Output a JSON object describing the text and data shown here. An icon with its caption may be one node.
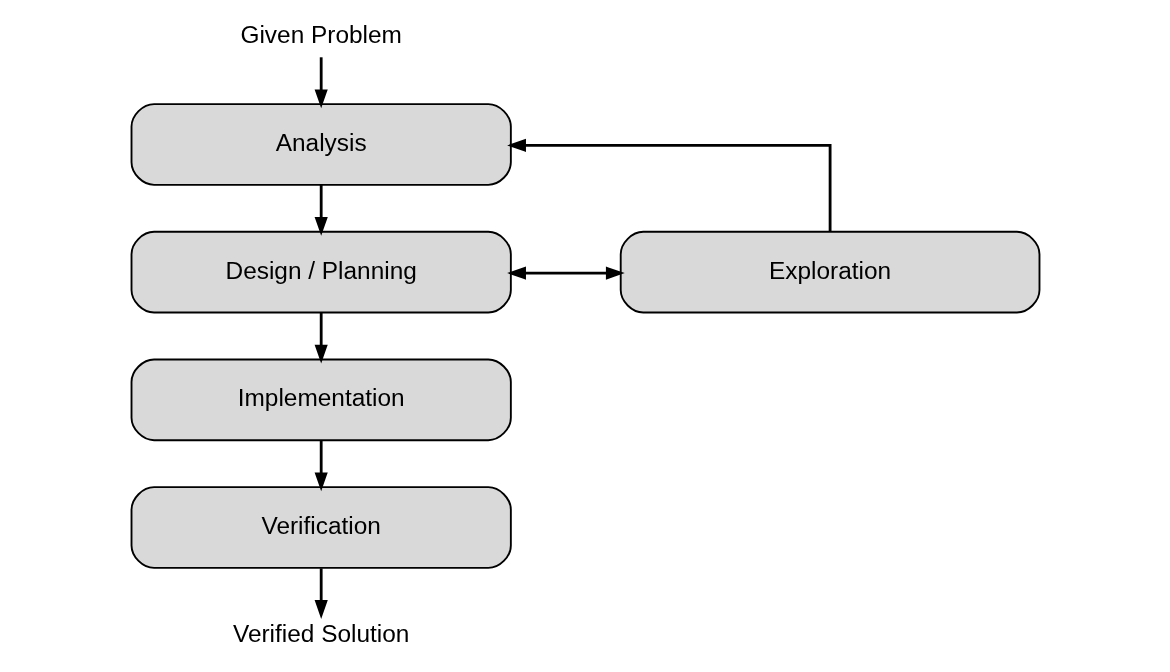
{
  "diagram": {
    "nodes": [
      {
        "text": [
          "Given Problem"
        ]
      },
      {
        "text": [
          "Analysis"
        ]
      },
      {
        "text": [
          "Design / Planning"
        ]
      },
      {
        "text": [
          "Exploration"
        ]
      },
      {
        "text": [
          "Implementation"
        ]
      },
      {
        "text": [
          "Verification"
        ]
      },
      {
        "text": [
          "Verified Solution"
        ]
      }
    ],
    "edges": [
      {
        "from": 0,
        "to": 1,
        "arrow": "to"
      },
      {
        "from": 1,
        "to": 2,
        "arrow": "to"
      },
      {
        "from": 2,
        "to": 3,
        "arrow": "both"
      },
      {
        "from": 3,
        "to": 1,
        "arrow": "to"
      },
      {
        "from": 2,
        "to": 4,
        "arrow": "to"
      },
      {
        "from": 4,
        "to": 5,
        "arrow": "to"
      },
      {
        "from": 5,
        "to": 6,
        "arrow": "to"
      }
    ]
  }
}
